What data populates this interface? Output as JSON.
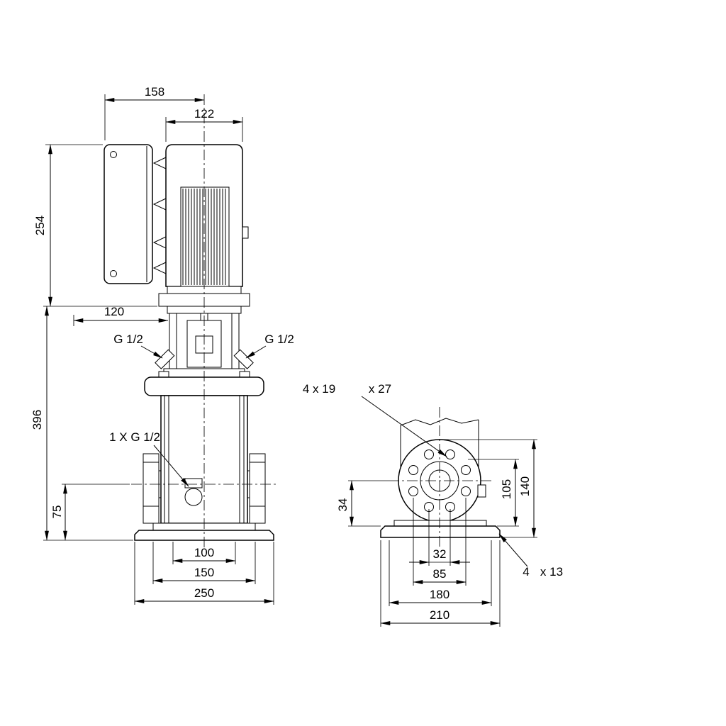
{
  "figure": {
    "type": "technical-dimensional-drawing",
    "views": {
      "front": {
        "dim_width_overall": "158",
        "dim_motor_diameter": "122",
        "dim_motor_height": "254",
        "dim_head_depth": "120",
        "label_port_left": "G 1/2",
        "label_port_right": "G 1/2",
        "dim_height_pump": "396",
        "label_drain": "1 X G 1/2",
        "dim_port_centerline_height": "75",
        "dim_base_hole_spacing": "100",
        "dim_foot_width": "150",
        "dim_base_width": "250"
      },
      "side": {
        "label_flange_holes_a": "4 x 19",
        "label_flange_holes_b": "x 27",
        "dim_flange_bottom_height": "34",
        "dim_flange_center_height": "105",
        "dim_flange_top_height": "140",
        "dim_bore": "32",
        "dim_bolt_circle": "85",
        "dim_base_hole_spacing": "180",
        "dim_base_depth": "210",
        "label_base_holes_a": "4",
        "label_base_holes_b": "x 13"
      }
    }
  }
}
